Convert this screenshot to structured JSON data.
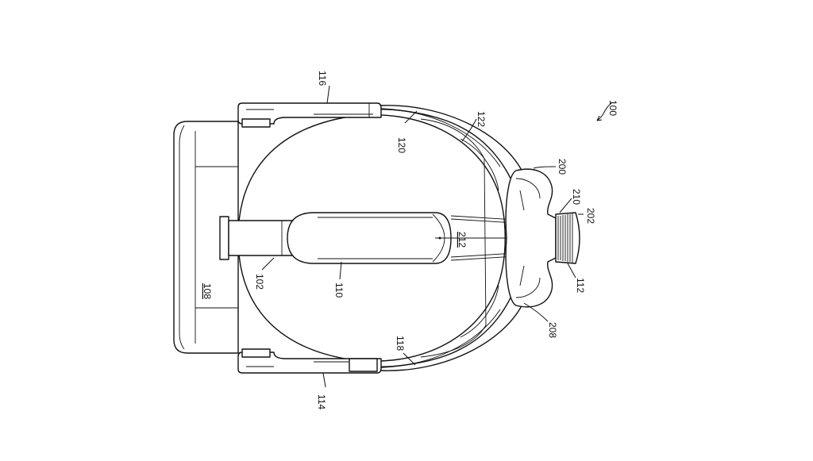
{
  "figure": {
    "labels": {
      "l100": "100",
      "l102": "102",
      "l108": "108",
      "l110": "110",
      "l112": "112",
      "l114": "114",
      "l116": "116",
      "l118": "118",
      "l120": "120",
      "l122": "122",
      "l200": "200",
      "l202": "202",
      "l208": "208",
      "l210": "210",
      "l212": "212"
    }
  }
}
